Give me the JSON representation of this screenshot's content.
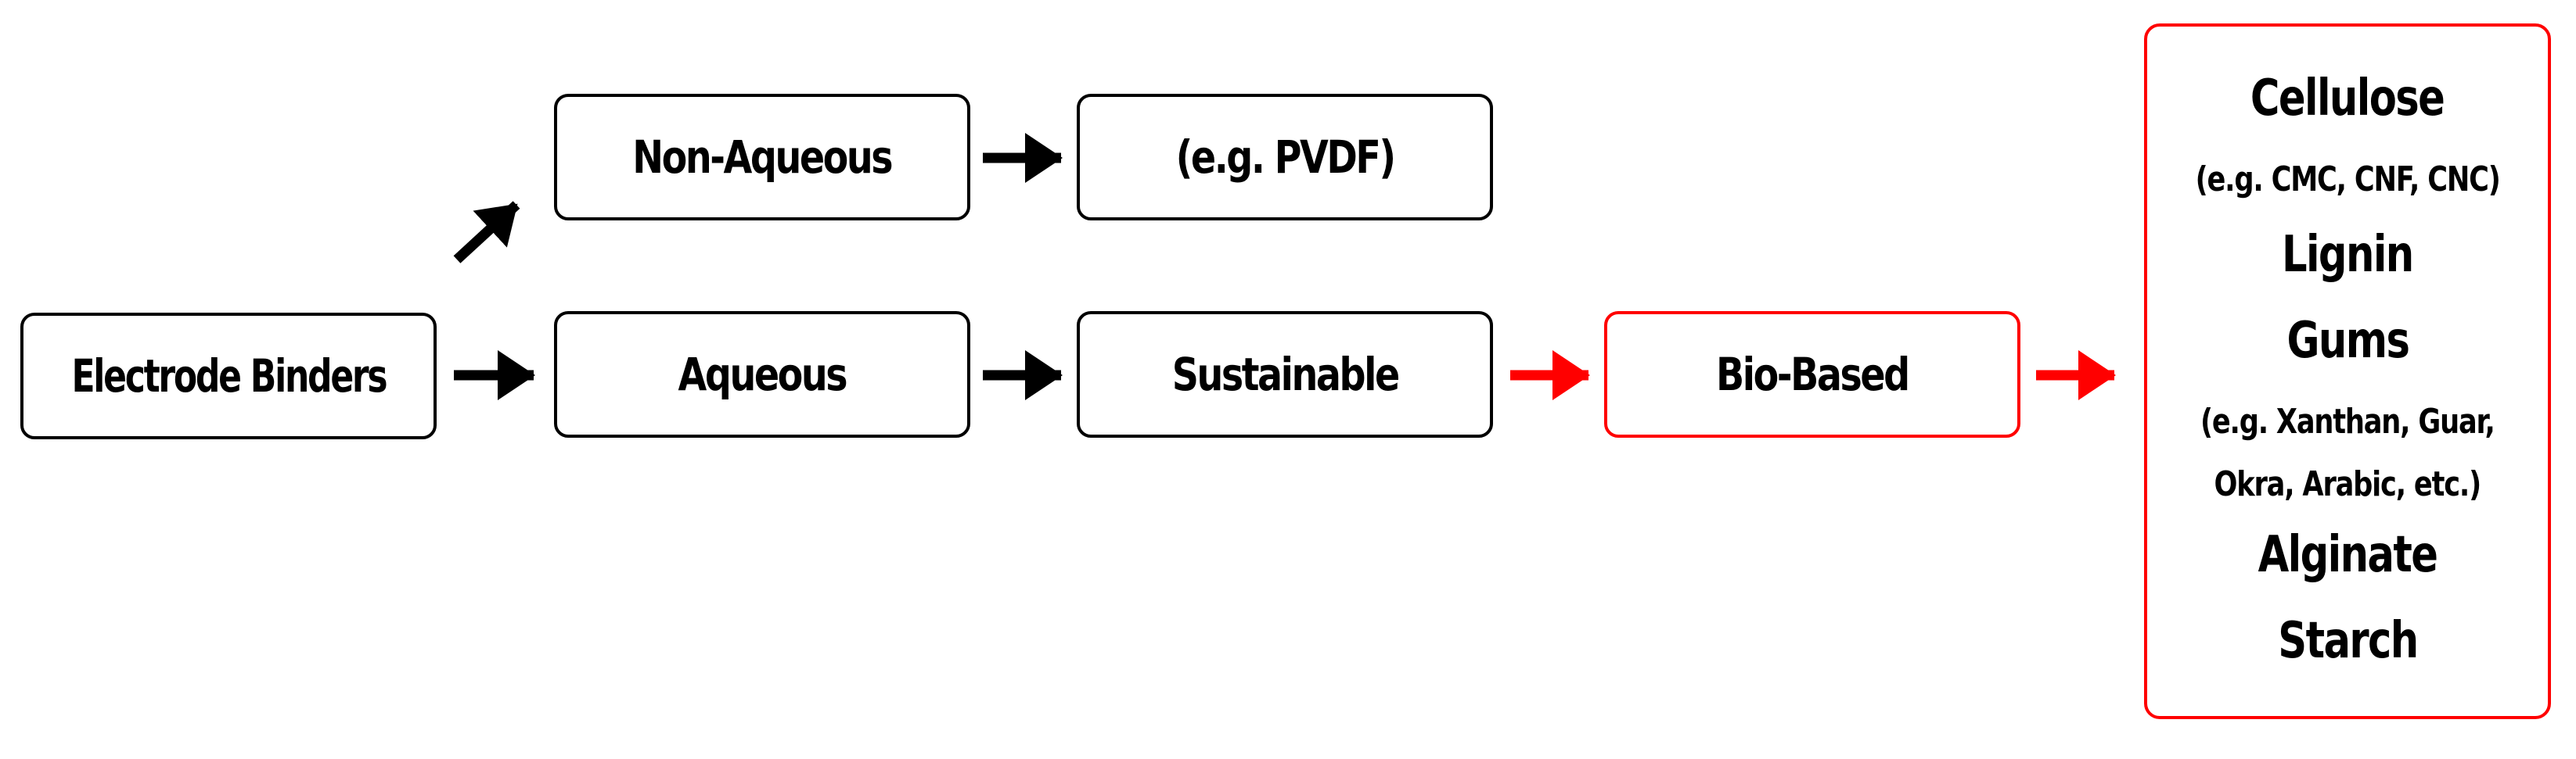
{
  "nodes": {
    "electrode_binders": "Electrode Binders",
    "non_aqueous": "Non-Aqueous",
    "pvdf": "(e.g. PVDF)",
    "aqueous": "Aqueous",
    "sustainable": "Sustainable",
    "bio_based": "Bio-Based"
  },
  "examples": {
    "cellulose": "Cellulose",
    "cellulose_examples": "(e.g. CMC, CNF, CNC)",
    "lignin": "Lignin",
    "gums": "Gums",
    "gums_examples_line1": "(e.g. Xanthan, Guar,",
    "gums_examples_line2": "Okra, Arabic, etc.)",
    "alginate": "Alginate",
    "starch": "Starch"
  },
  "colors": {
    "standard": "#000000",
    "highlight": "#ff0000"
  }
}
